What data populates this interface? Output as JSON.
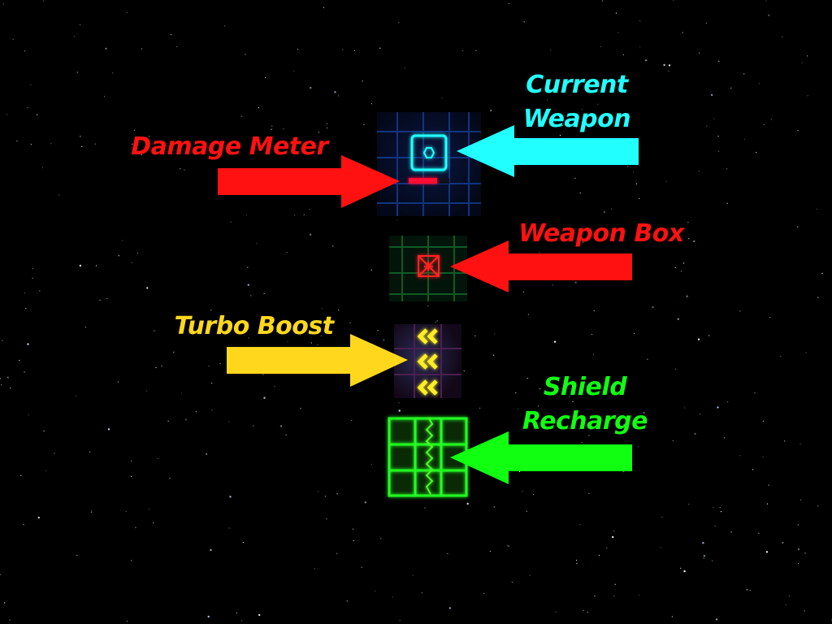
{
  "labels": {
    "current_weapon": [
      "Current",
      "Weapon"
    ],
    "damage_meter": "Damage Meter",
    "weapon_box": "Weapon Box",
    "turbo_boost": "Turbo Boost",
    "shield_recharge": [
      "Shield",
      "Recharge"
    ]
  },
  "colors": {
    "current_weapon": "#22ffff",
    "damage_meter": "#ff1111",
    "weapon_box": "#ff1111",
    "turbo_boost": "#ffd81e",
    "shield_recharge": "#11ff11"
  },
  "damage_meter_level": 0.7,
  "icons": {
    "current_weapon": "hexagon-weapon-icon",
    "weapon_box": "crossed-box-icon",
    "turbo_boost": "double-chevron-left-icon",
    "shield_recharge": "zigzag-shield-icon"
  }
}
